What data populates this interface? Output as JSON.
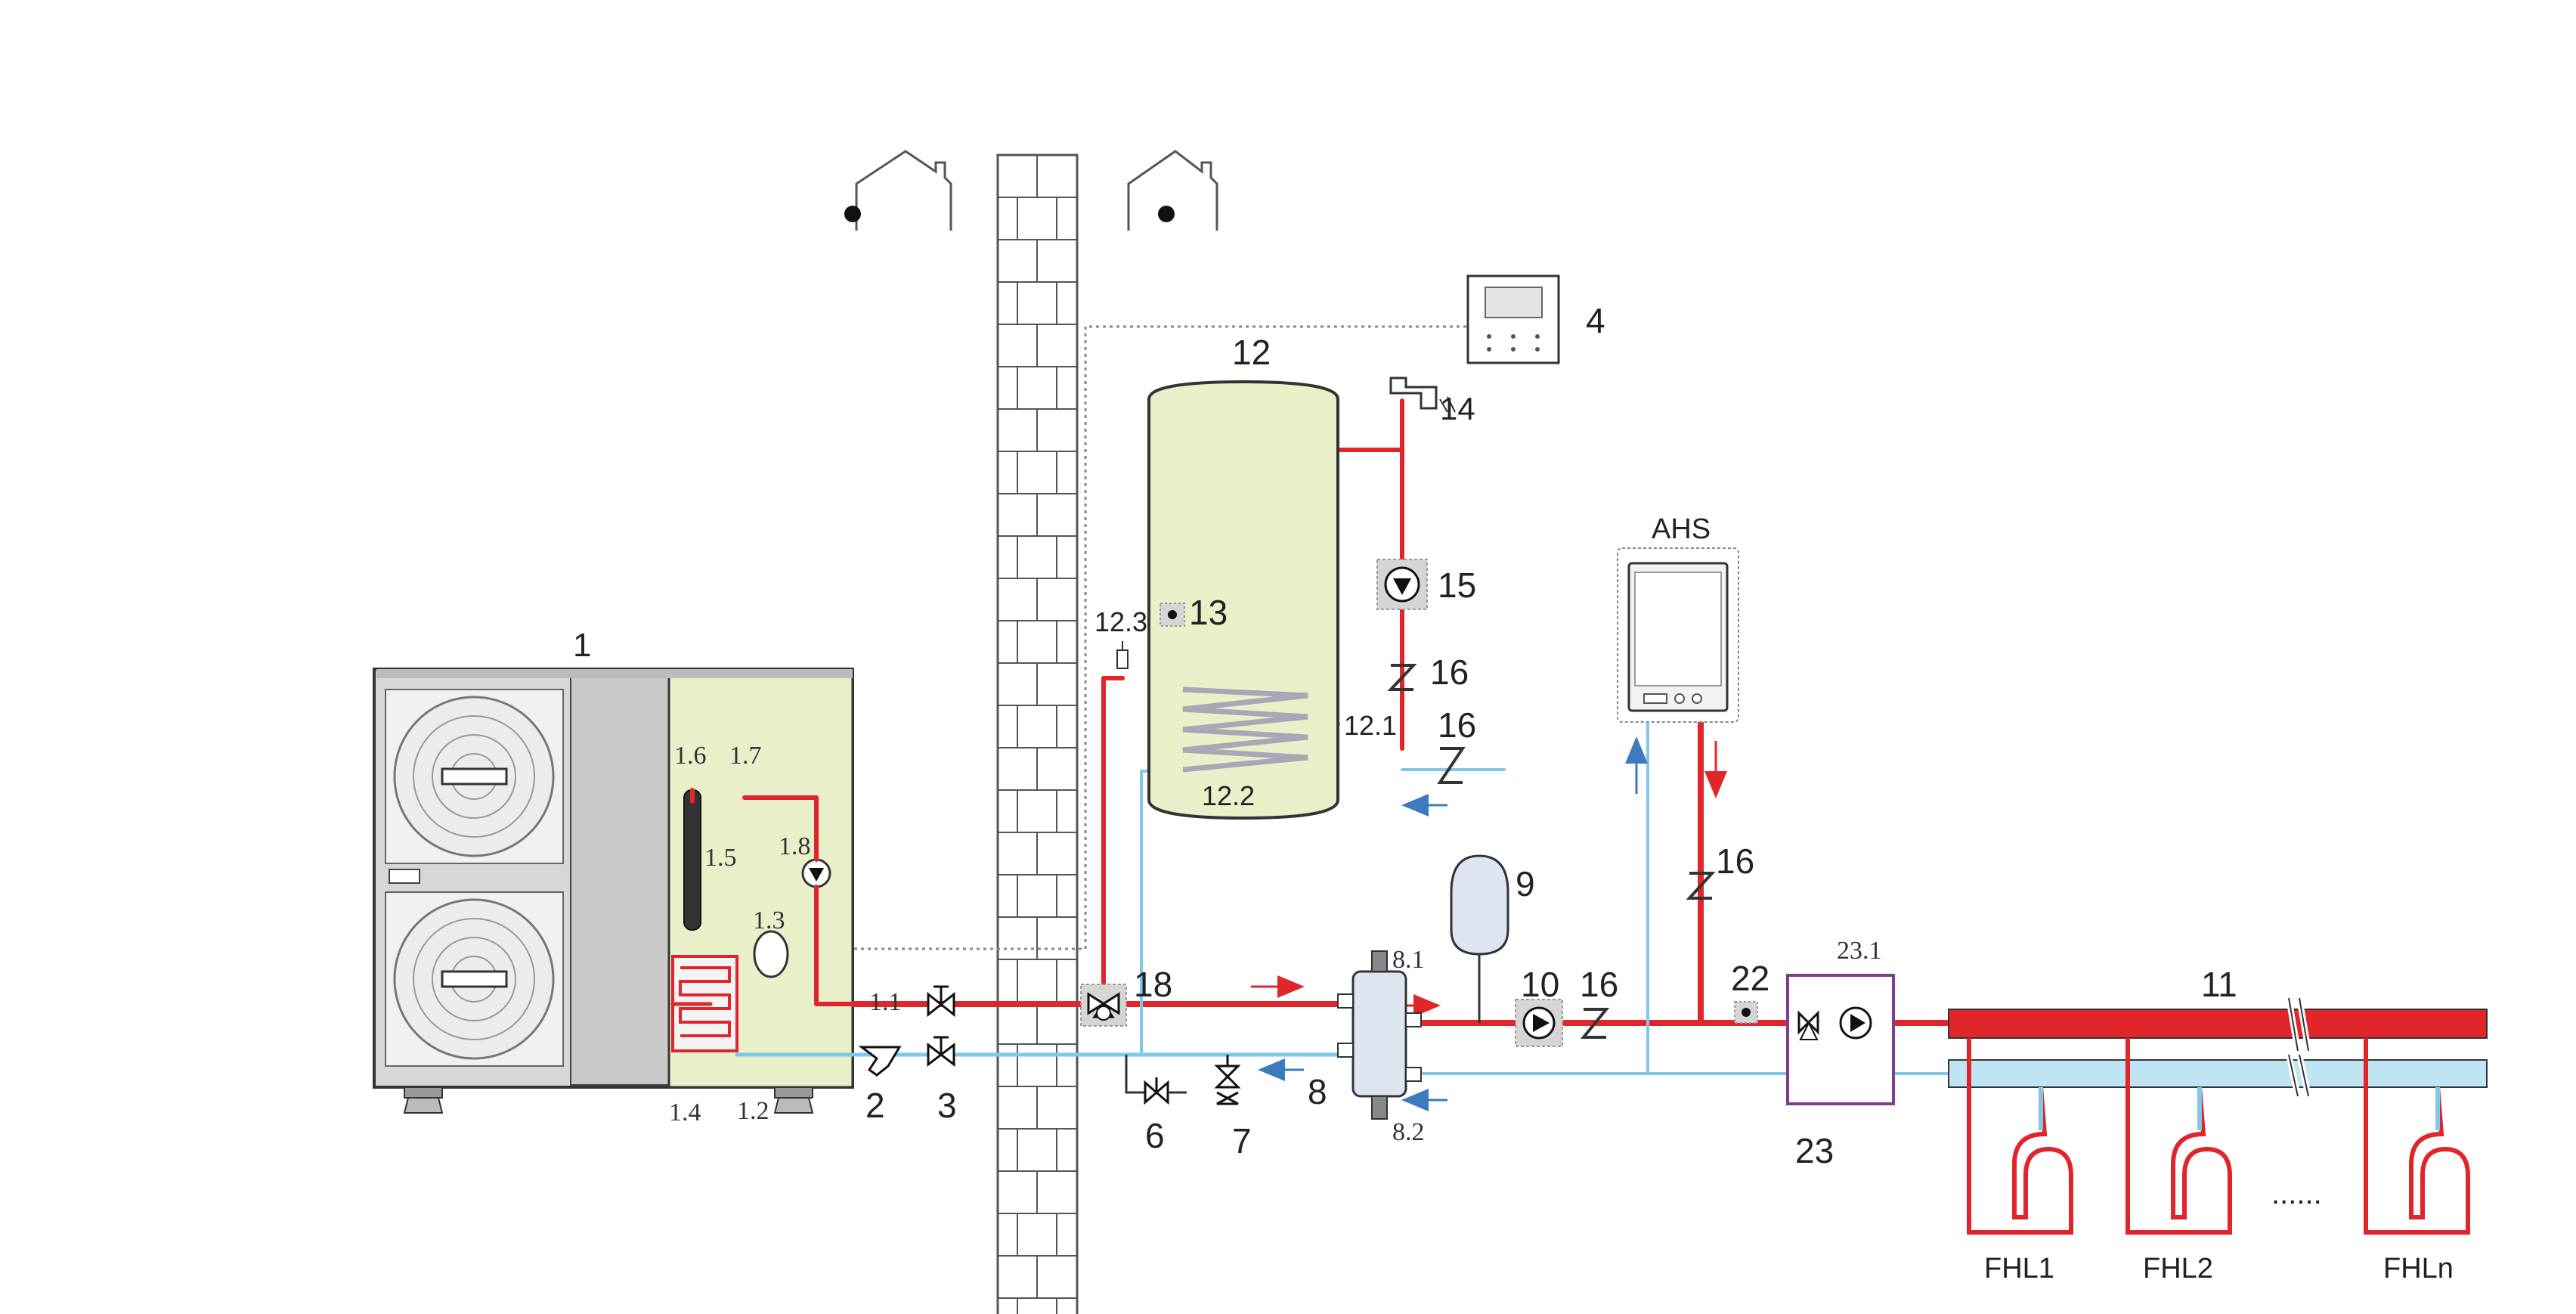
{
  "labels": {
    "n1": "1",
    "n1_1": "1.1",
    "n1_2": "1.2",
    "n1_3": "1.3",
    "n1_4": "1.4",
    "n1_5": "1.5",
    "n1_6": "1.6",
    "n1_7": "1.7",
    "n1_8": "1.8",
    "n2": "2",
    "n3": "3",
    "n4": "4",
    "n6": "6",
    "n7": "7",
    "n8": "8",
    "n8_1": "8.1",
    "n8_2": "8.2",
    "n9": "9",
    "n10": "10",
    "n11": "11",
    "n12": "12",
    "n12_1": "12.1",
    "n12_2": "12.2",
    "n12_3": "12.3",
    "n13": "13",
    "n14": "14",
    "n15": "15",
    "n16a": "16",
    "n16b": "16",
    "n16c": "16",
    "n16d": "16",
    "n18": "18",
    "n22": "22",
    "n23": "23",
    "n23_1": "23.1",
    "ahs": "AHS",
    "fhl1": "FHL1",
    "fhl2": "FHL2",
    "fhln": "FHLn",
    "dots": "......"
  },
  "colors": {
    "hot_pipe": "#e0262b",
    "cold_pipe": "#7fc8ea",
    "unit_panel": "#e8efc9",
    "tank_fill": "#e8efc9",
    "unit_body": "#d7d7d7",
    "mixing_box": "#7b3f8c",
    "flow_arrow_hot": "#e0262b",
    "flow_arrow_cold": "#3d7bbf"
  }
}
